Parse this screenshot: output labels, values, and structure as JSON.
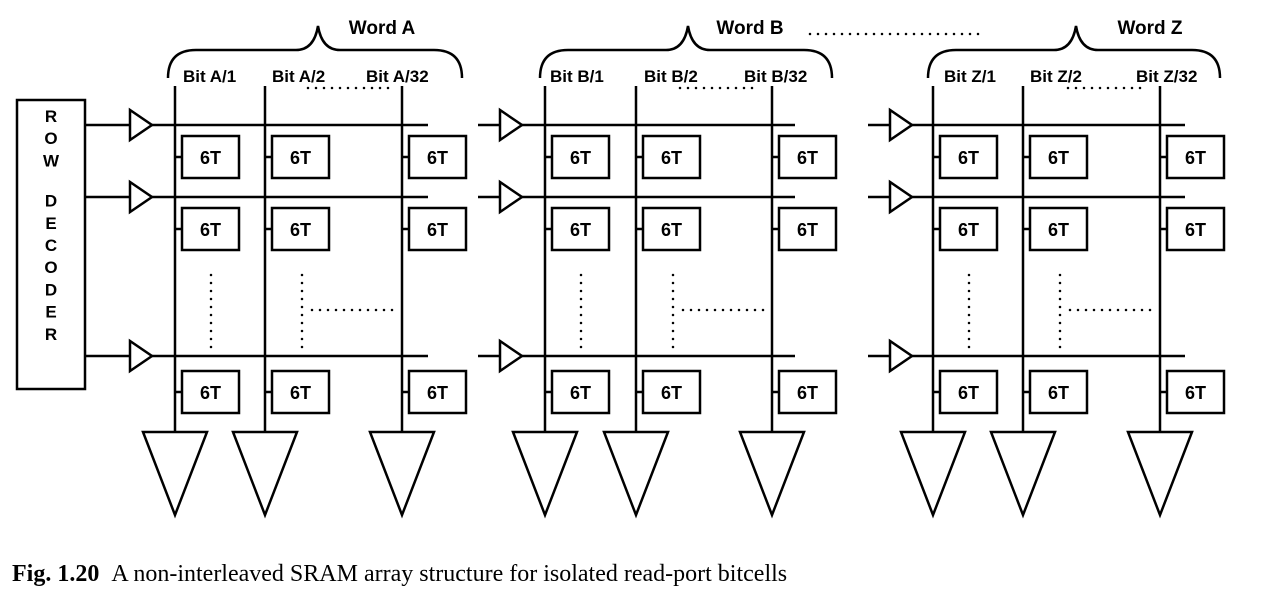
{
  "row_decoder": {
    "label": "ROW DECODER"
  },
  "words": [
    {
      "name": "Word A",
      "bits": [
        "Bit A/1",
        "Bit A/2",
        "Bit A/32"
      ]
    },
    {
      "name": "Word B",
      "bits": [
        "Bit B/1",
        "Bit B/2",
        "Bit B/32"
      ]
    },
    {
      "name": "Word Z",
      "bits": [
        "Bit Z/1",
        "Bit Z/2",
        "Bit Z/32"
      ]
    }
  ],
  "cell_label": "6T",
  "caption": {
    "number": "Fig. 1.20",
    "text": "A non-interleaved SRAM array structure for isolated read-port bitcells"
  }
}
